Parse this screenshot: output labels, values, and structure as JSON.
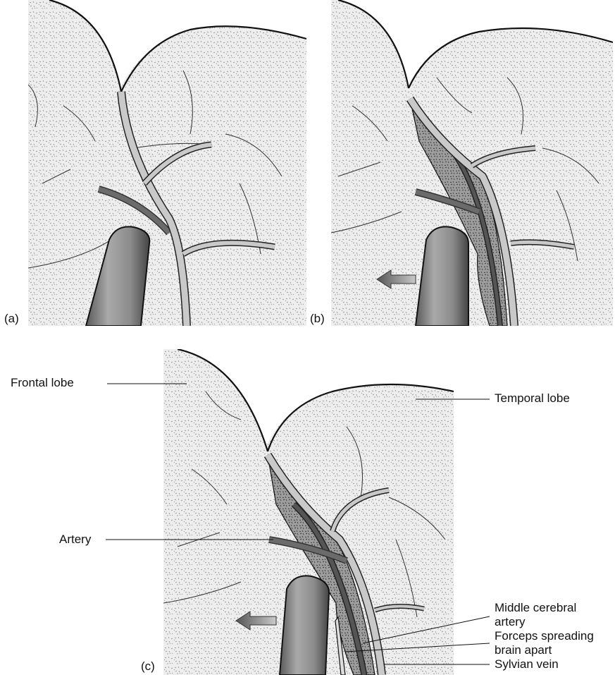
{
  "panels": {
    "a": {
      "letter": "(a)"
    },
    "b": {
      "letter": "(b)"
    },
    "c": {
      "letter": "(c)"
    }
  },
  "labels": {
    "frontal_lobe": "Frontal lobe",
    "temporal_lobe": "Temporal lobe",
    "artery": "Artery",
    "middle_cerebral_line1": "Middle cerebral",
    "middle_cerebral_line2": "artery",
    "forceps_line1": "Forceps spreading",
    "forceps_line2": "brain apart",
    "sylvian_vein": "Sylvian vein"
  },
  "colors": {
    "tissue": "#e9e9e9",
    "vessel_light": "#c9c9c9",
    "vessel_dark": "#6b6b6b",
    "fissure": "#9a9a9a",
    "outline": "#111111",
    "arrow": "#8a8a8a"
  },
  "icons": {
    "arrow": "left-arrow-icon",
    "forceps": "forceps-blade"
  }
}
